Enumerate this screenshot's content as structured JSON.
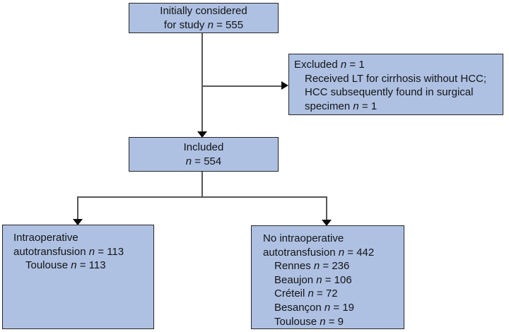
{
  "figure": {
    "description": "Study inclusion flow diagram",
    "colors": {
      "box_fill": "#aec1e3",
      "box_border": "#262626",
      "connector": "#565656",
      "arrowhead": "#0a0a0a",
      "background": "#ffffff",
      "text": "#141414"
    }
  },
  "boxes": {
    "initial": {
      "lines": [
        {
          "pre": "Initially considered"
        },
        {
          "pre": "for study ",
          "n": "n",
          "post": " = 555"
        }
      ]
    },
    "excluded": {
      "lines": [
        {
          "pre": "Excluded ",
          "n": "n",
          "post": " = 1"
        },
        {
          "pre": "Received LT for cirrhosis without HCC;"
        },
        {
          "pre": "HCC subsequently found in surgical"
        },
        {
          "pre": "specimen ",
          "n": "n",
          "post": " = 1"
        }
      ]
    },
    "included": {
      "lines": [
        {
          "pre": "Included"
        },
        {
          "pre": "",
          "n": "n",
          "post": " = 554"
        }
      ]
    },
    "autotransfusion": {
      "lines": [
        {
          "pre": "Intraoperative"
        },
        {
          "pre": "autotransfusion ",
          "n": "n",
          "post": " = 113"
        },
        {
          "pre": "Toulouse ",
          "n": "n",
          "post": " = 113"
        }
      ]
    },
    "no_autotransfusion": {
      "lines": [
        {
          "pre": "No intraoperative"
        },
        {
          "pre": "autotransfusion ",
          "n": "n",
          "post": " = 442"
        },
        {
          "pre": "Rennes ",
          "n": "n",
          "post": " = 236"
        },
        {
          "pre": "Beaujon ",
          "n": "n",
          "post": " = 106"
        },
        {
          "pre": "Créteil ",
          "n": "n",
          "post": " = 72"
        },
        {
          "pre": "Besançon ",
          "n": "n",
          "post": " = 19"
        },
        {
          "pre": "Toulouse ",
          "n": "n",
          "post": " = 9"
        }
      ]
    }
  }
}
